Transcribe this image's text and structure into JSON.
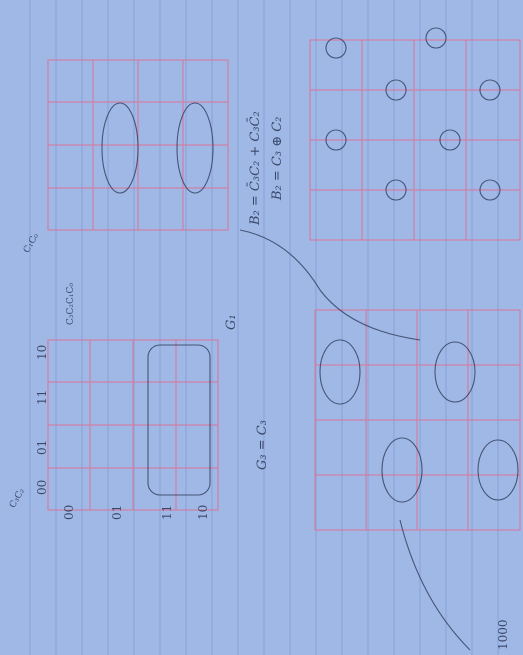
{
  "page": {
    "background": "#9fb8e6",
    "rule_color": "#7f98cf",
    "grid_color": "#d77a9e",
    "ink_color": "#2a3452"
  },
  "labels": {
    "gray": [
      "00",
      "01",
      "11",
      "10"
    ],
    "row_var": "C₃C₂",
    "col_var": "C₁C₀",
    "top_axis": [
      "00",
      "01",
      "11",
      "10"
    ]
  },
  "equations": {
    "g3": "G₃ = C₃",
    "b2": "B₂ = C̄₃C₂ + C₃C̄₂",
    "b2_xor": "B₂ = C₃ ⊕ C₂",
    "g1": "G₁"
  },
  "truth_table_header": "C₃C₂C₁C₀",
  "margin_note": "1000"
}
